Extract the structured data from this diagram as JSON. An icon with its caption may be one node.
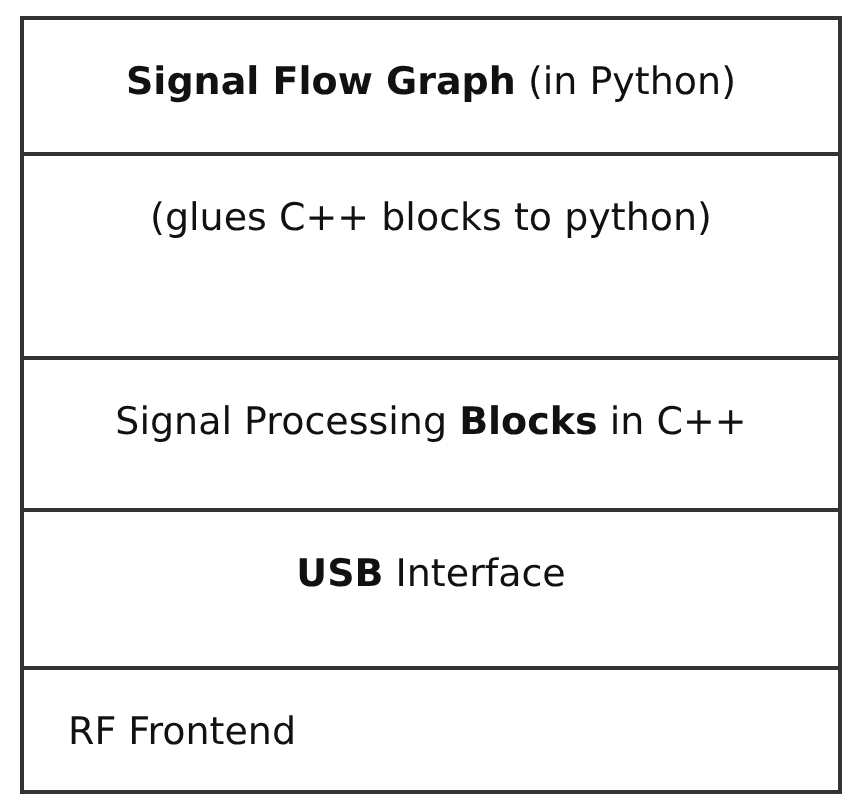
{
  "diagram": {
    "nodes": [
      {
        "text": [
          "**Signal Flow Graph** (in Python)"
        ]
      },
      {
        "text": [
          "(glues C++ blocks to python)"
        ]
      },
      {
        "text": [
          "Signal Processing **Blocks** in C++"
        ]
      },
      {
        "text": [
          "**USB** Interface"
        ]
      },
      {
        "text": [
          "RF Frontend"
        ]
      }
    ]
  }
}
